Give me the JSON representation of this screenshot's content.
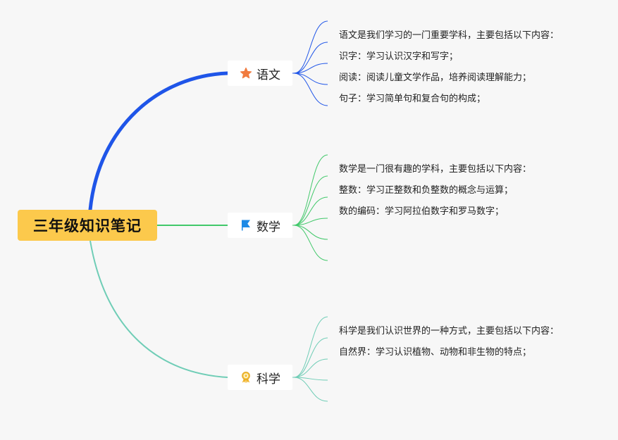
{
  "root": {
    "title": "三年级知识笔记",
    "color": "#fcc94c"
  },
  "branches": [
    {
      "id": "chinese",
      "label": "语文",
      "icon": "star-icon",
      "color": "#1f55e8",
      "leaves": [
        "语文是我们学习的一门重要学科，主要包括以下内容：",
        "识字：学习认识汉字和写字；",
        "阅读：阅读儿童文学作品，培养阅读理解能力；",
        "句子：学习简单句和复合句的构成；",
        ""
      ]
    },
    {
      "id": "math",
      "label": "数学",
      "icon": "flag-icon",
      "color": "#41c86a",
      "leaves": [
        "数学是一门很有趣的学科，主要包括以下内容：",
        "整数：学习正整数和负整数的概念与运算；",
        "数的编码：学习阿拉伯数字和罗马数字；",
        "",
        "",
        ""
      ]
    },
    {
      "id": "science",
      "label": "科学",
      "icon": "medal-icon",
      "color": "#6fcdb6",
      "leaves": [
        "科学是我们认识世界的一种方式，主要包括以下内容：",
        "自然界：学习认识植物、动物和非生物的特点；",
        "",
        "",
        ""
      ]
    }
  ]
}
